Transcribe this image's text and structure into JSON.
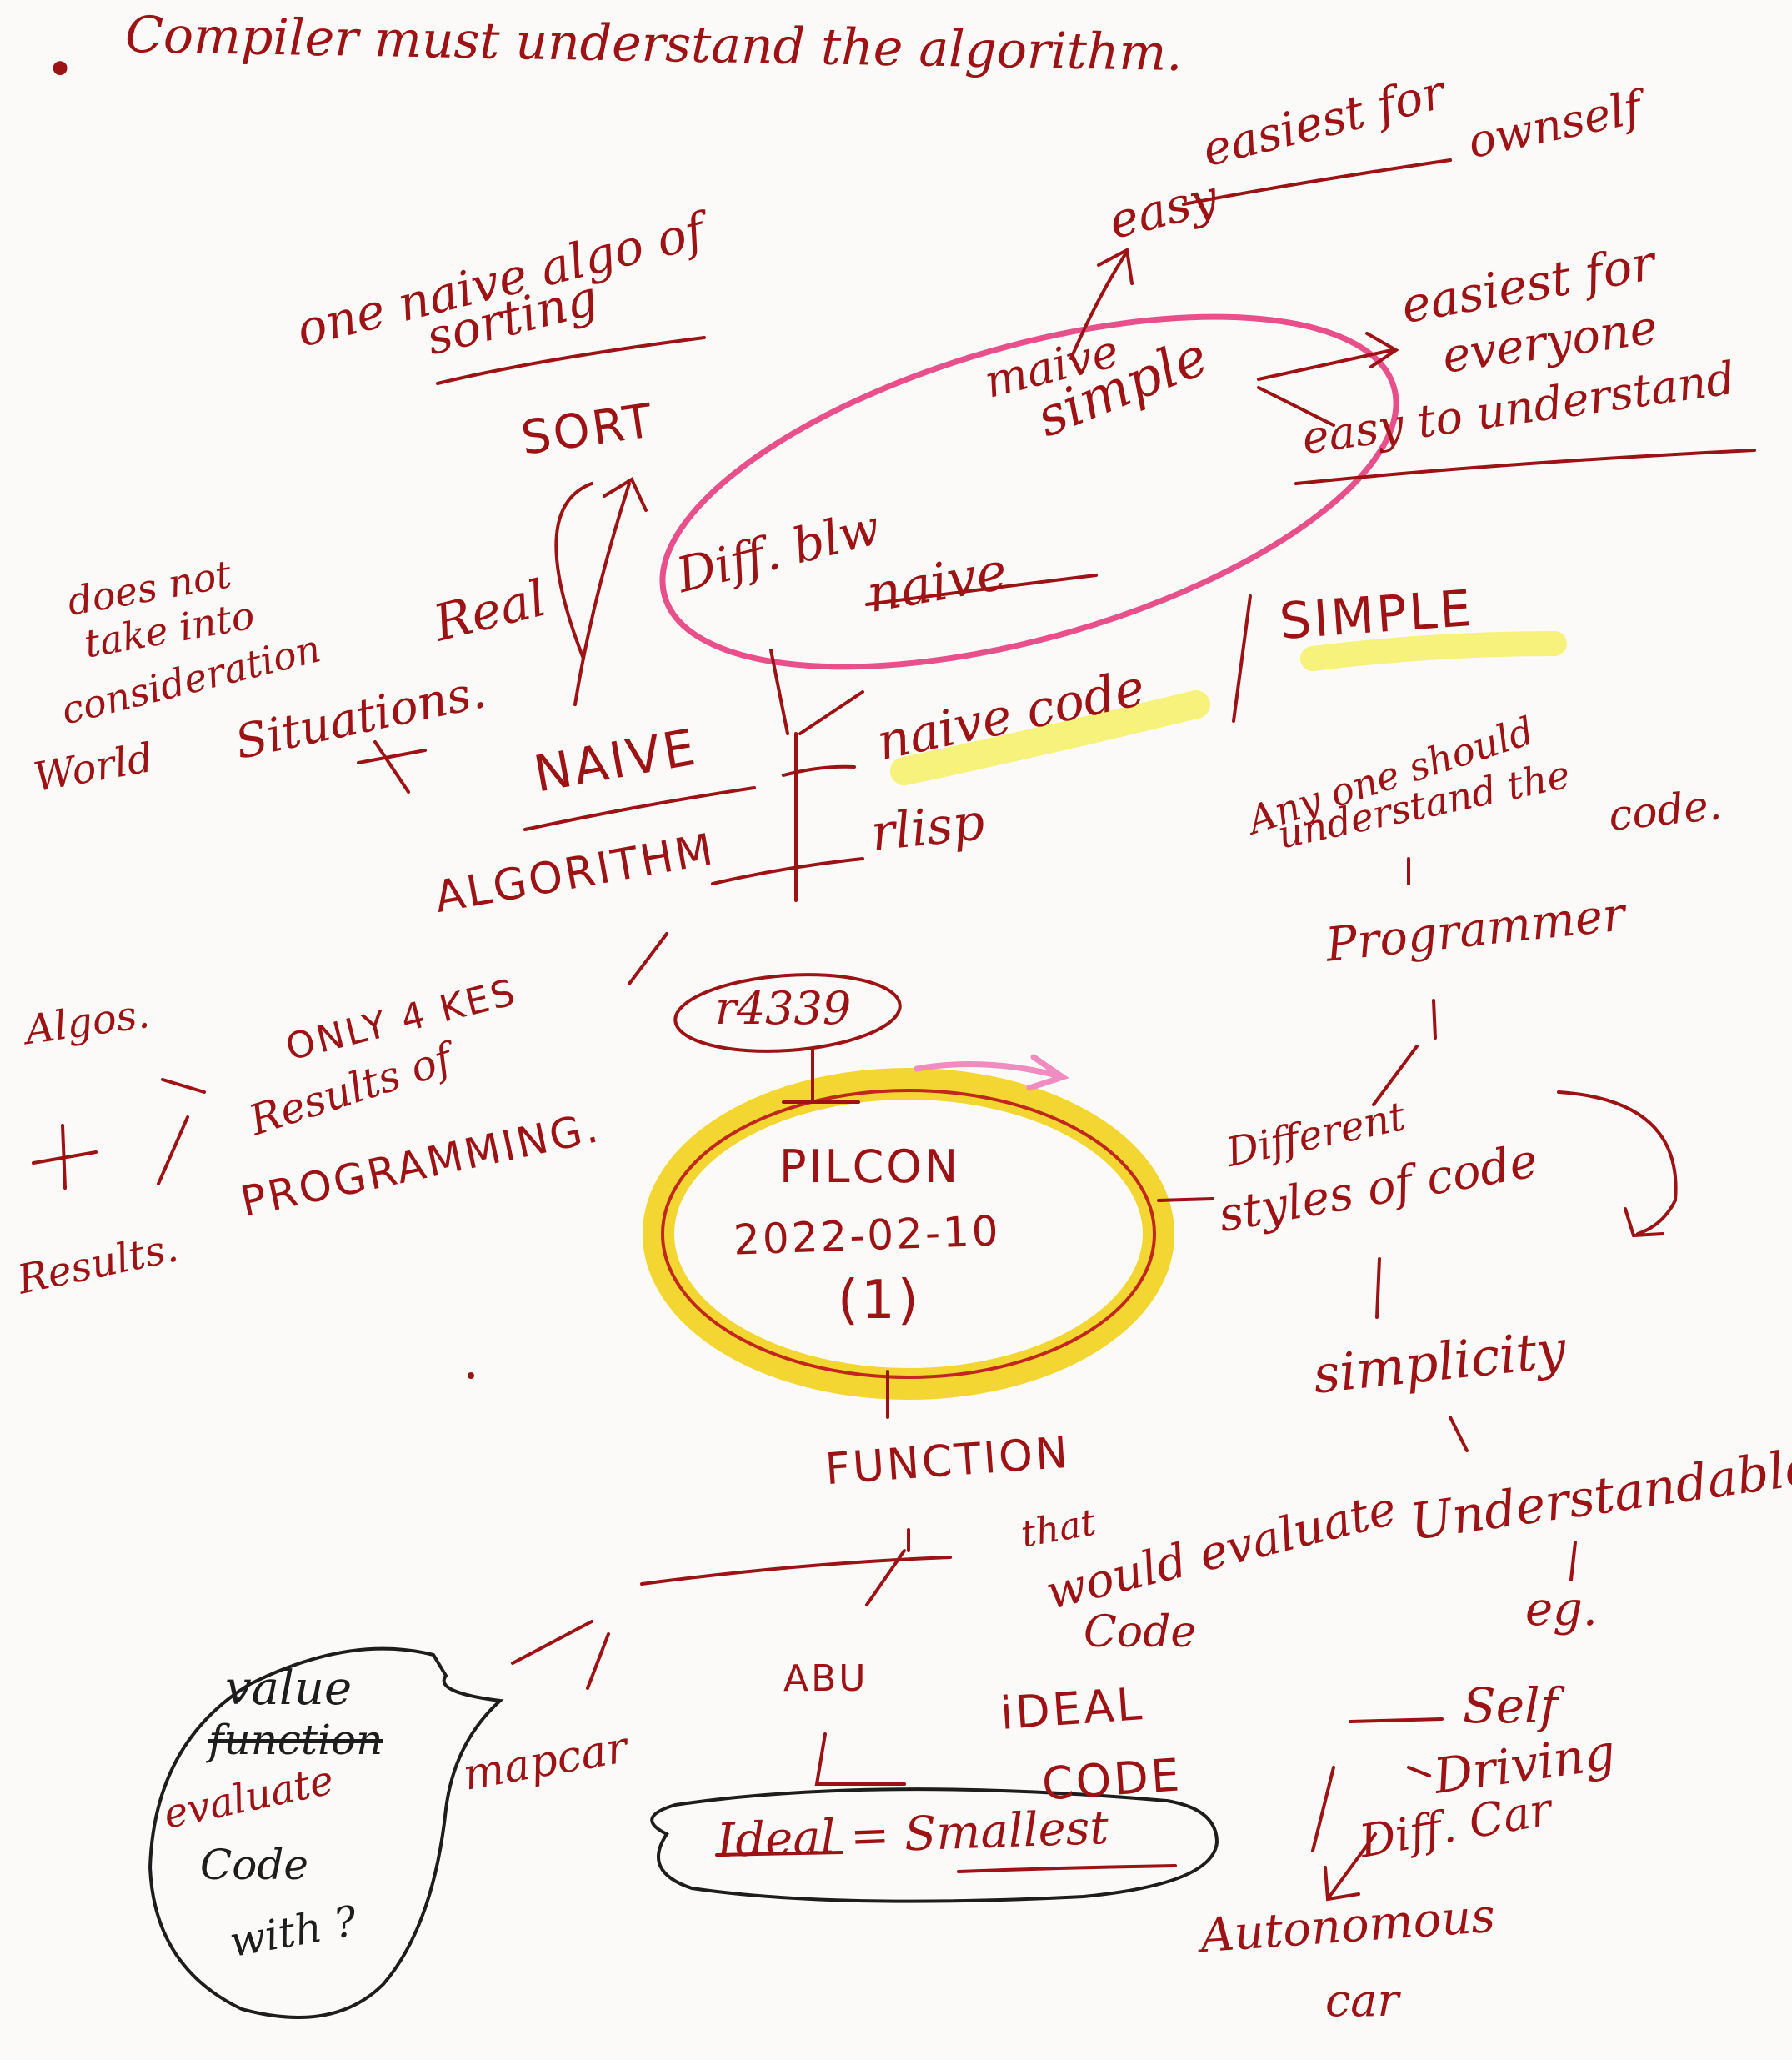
{
  "colors": {
    "ink": "#9d1214",
    "pink": "#e8508c",
    "yellow": "#f2d21c",
    "highlighter": "#f5f066",
    "pen_black": "#1d1d1d"
  },
  "header": {
    "bullet": "•",
    "text": "Compiler must understand the algorithm."
  },
  "top": {
    "easy": "easy",
    "easiest_for_ownself": "easiest for",
    "ownself": "ownself",
    "one_naive_algo_of": "one naive algo of",
    "sorting": "sorting",
    "sort": "SORT",
    "maive": "maive",
    "simple": "simple",
    "diff_blw": "Diff. blw",
    "naive_bottom": "naive",
    "easiest_for_everyone_1": "easiest for",
    "easiest_for_everyone_2": "everyone",
    "easy_to_understand": "easy to understand"
  },
  "left": {
    "does_not": "does not",
    "take_into": "take into",
    "consideration": "consideration",
    "real": "Real",
    "world": "World",
    "situations": "Situations.",
    "naive": "NAIVE",
    "algorithm": "ALGORITHM",
    "algos": "Algos.",
    "plus": "+",
    "results": "Results.",
    "only_4": "ONLY 4 KES",
    "results_of": "Results of",
    "programming": "PROGRAMMING."
  },
  "middle": {
    "naive_code": "naive code",
    "simple_caps": "SIMPLE",
    "rlisp": "rlisp",
    "r4339": "r4339",
    "pilcon": "PILCON",
    "date": "2022-02-10",
    "num": "(1)",
    "function": "FUNCTION",
    "that": "that",
    "would_evaluate": "would evaluate",
    "code": "Code",
    "abu": "ABU",
    "ideal": "iDEAL",
    "code_caps": "CODE",
    "ideal_smallest": "Ideal = Smallest",
    "mapcar": "mapcar"
  },
  "right": {
    "any_one_should": "Any one should",
    "understand_the": "understand the",
    "code": "code.",
    "programmer": "Programmer",
    "different": "Different",
    "styles_of_code": "styles of code",
    "simplicity": "simplicity",
    "understandable": "Understandable",
    "eg": "eg.",
    "self": "Self",
    "driving": "Driving",
    "diff_car": "Diff. Car",
    "autonomous": "Autonomous",
    "car": "car"
  },
  "black_bubble": {
    "value": "value",
    "function": "function",
    "evaluate": "evaluate",
    "code": "Code",
    "with": "with ?"
  }
}
